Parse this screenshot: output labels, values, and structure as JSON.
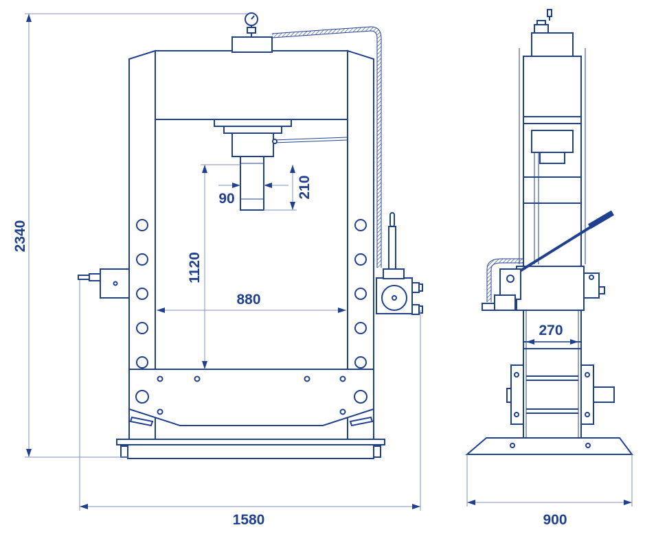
{
  "dimensions": {
    "total_height": "2340",
    "total_width": "1580",
    "side_depth": "900",
    "inner_width": "880",
    "working_height": "1120",
    "piston_diameter": "90",
    "piston_stroke": "210",
    "side_inner_width": "270"
  },
  "colors": {
    "line": "#1f3f8f",
    "dimension": "#7c8fc4",
    "background": "#ffffff"
  }
}
